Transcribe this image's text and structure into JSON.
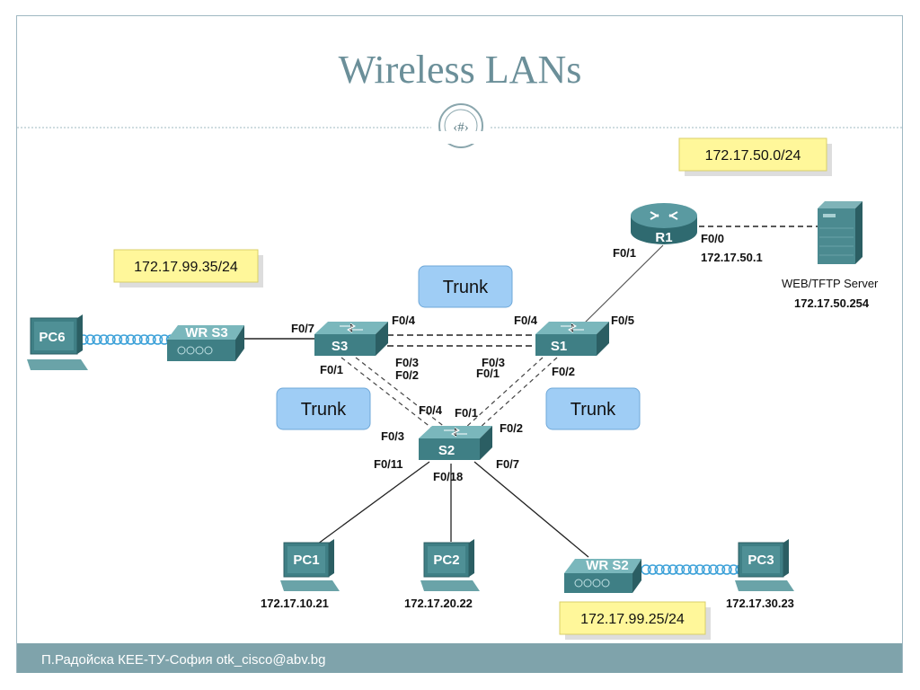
{
  "title": "Wireless LANs",
  "page_number": "‹#›",
  "footer": "П.Радойска КЕЕ-ТУ-София otk_cisco@abv.bg",
  "devices": {
    "r1": "R1",
    "s1": "S1",
    "s2": "S2",
    "s3": "S3",
    "wrs3": "WR S3",
    "wrs2": "WR S2",
    "pc1": "PC1",
    "pc2": "PC2",
    "pc3": "PC3",
    "pc6": "PC6"
  },
  "networks": {
    "net_50": "172.17.50.0/24",
    "net_99_35": "172.17.99.35/24",
    "net_99_25": "172.17.99.25/24"
  },
  "trunks": [
    "Trunk",
    "Trunk",
    "Trunk"
  ],
  "server": {
    "name": "WEB/TFTP Server",
    "ip": "172.17.50.254"
  },
  "router_iface": {
    "port": "F0/0",
    "ip": "172.17.50.1",
    "uplink": "F0/1"
  },
  "pc_ips": {
    "pc1": "172.17.10.21",
    "pc2": "172.17.20.22",
    "pc3": "172.17.30.23"
  },
  "ports": {
    "s3_f07": "F0/7",
    "s3_f04": "F0/4",
    "s1_f04": "F0/4",
    "s1_f05": "F0/5",
    "s3_f01": "F0/1",
    "s3_f03": "F0/3",
    "s3_f02": "F0/2",
    "s1_f03": "F0/3",
    "s1_f01": "F0/1",
    "s1_f02": "F0/2",
    "s2_f04": "F0/4",
    "s2_f01": "F0/1",
    "s2_f02": "F0/2",
    "s2_f03": "F0/3",
    "s2_f011": "F0/11",
    "s2_f018": "F0/18",
    "s2_f07": "F0/7"
  },
  "colors": {
    "title": "#6b8f99",
    "footer_bg": "#7fa3ab",
    "device": "#3f7f85",
    "note_yellow": "#fff79a",
    "trunk_blue": "#9fcdf5",
    "wireless": "#3aa0d8"
  }
}
